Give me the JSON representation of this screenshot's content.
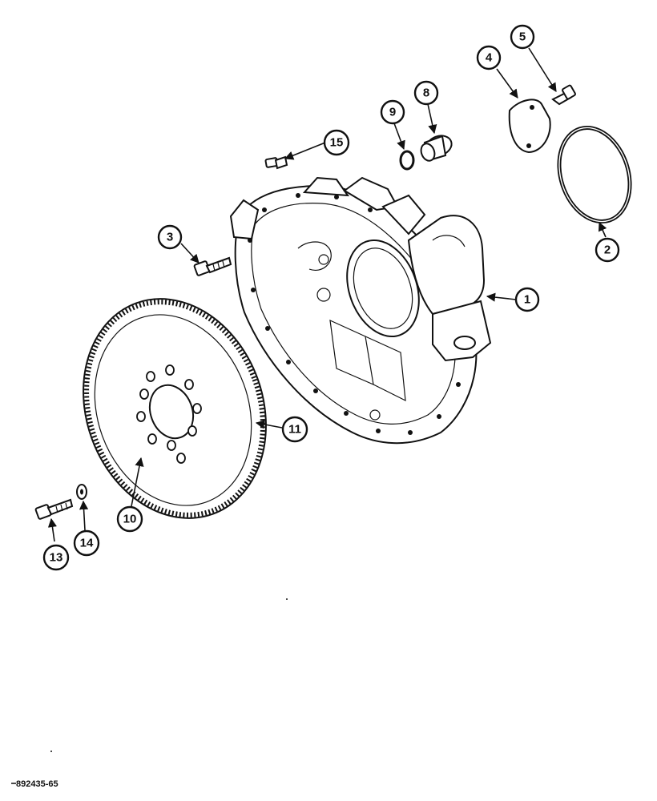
{
  "callouts": [
    {
      "id": "callout-1",
      "label": "1"
    },
    {
      "id": "callout-2",
      "label": "2"
    },
    {
      "id": "callout-3",
      "label": "3"
    },
    {
      "id": "callout-4",
      "label": "4"
    },
    {
      "id": "callout-5",
      "label": "5"
    },
    {
      "id": "callout-8",
      "label": "8"
    },
    {
      "id": "callout-9",
      "label": "9"
    },
    {
      "id": "callout-10",
      "label": "10"
    },
    {
      "id": "callout-11",
      "label": "11"
    },
    {
      "id": "callout-13",
      "label": "13"
    },
    {
      "id": "callout-14",
      "label": "14"
    },
    {
      "id": "callout-15",
      "label": "15"
    }
  ],
  "figure_ref": "892435-65"
}
